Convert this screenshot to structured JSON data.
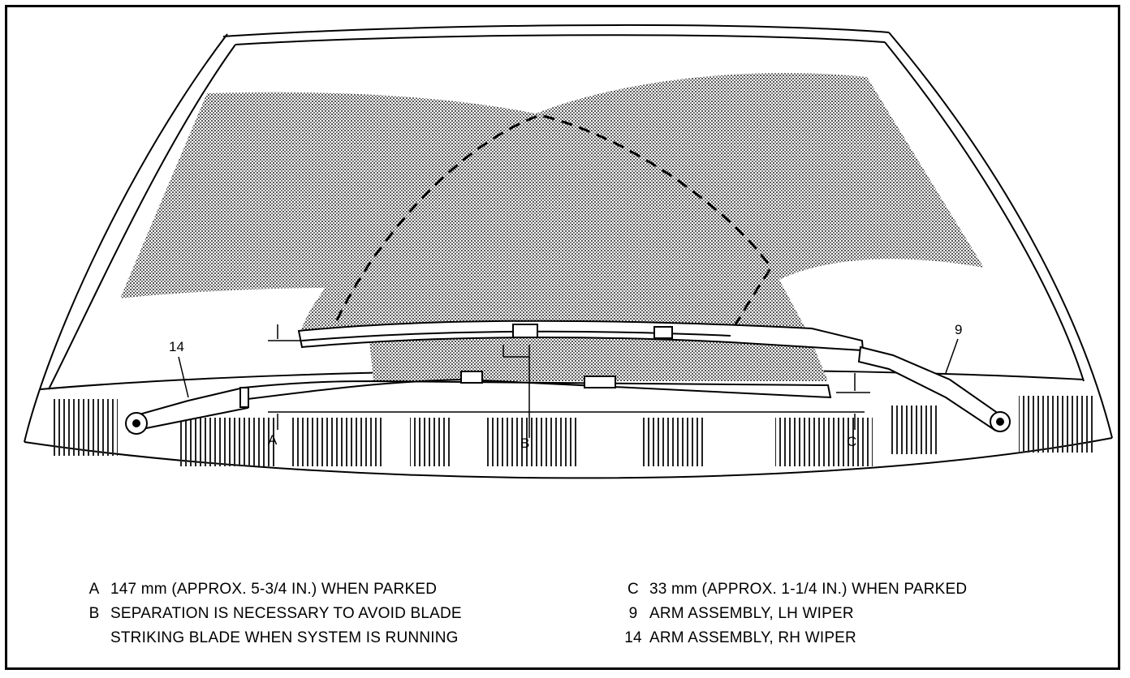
{
  "callouts": {
    "a": "A",
    "b": "B",
    "c": "C",
    "n9": "9",
    "n14": "14"
  },
  "legend": {
    "left": [
      {
        "key": "A",
        "text": "147 mm (APPROX. 5-3/4 IN.) WHEN PARKED"
      },
      {
        "key": "B",
        "text": "SEPARATION IS NECESSARY TO AVOID BLADE"
      },
      {
        "key": "",
        "text": "STRIKING BLADE WHEN SYSTEM IS RUNNING"
      }
    ],
    "right": [
      {
        "key": "C",
        "text": "33 mm (APPROX. 1-1/4 IN.) WHEN PARKED"
      },
      {
        "key": "9",
        "text": "ARM ASSEMBLY, LH WIPER"
      },
      {
        "key": "14",
        "text": "ARM ASSEMBLY, RH WIPER"
      }
    ]
  }
}
